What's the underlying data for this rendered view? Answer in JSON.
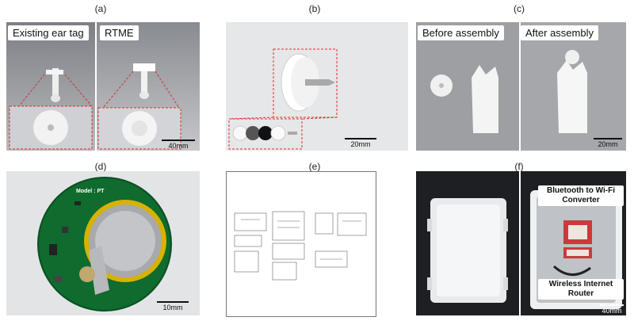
{
  "panels": {
    "a": {
      "label": "(a)",
      "left_tag": "Existing ear tag",
      "right_tag": "RTME",
      "scale": "40mm"
    },
    "b": {
      "label": "(b)",
      "scale": "20mm"
    },
    "c": {
      "label": "(c)",
      "left_tag": "Before assembly",
      "right_tag": "After assembly",
      "scale": "20mm"
    },
    "d": {
      "label": "(d)",
      "model_text": "Model : PT",
      "scale": "10mm"
    },
    "e": {
      "label": "(e)"
    },
    "f": {
      "label": "(f)",
      "callout_top": "Bluetooth to Wi-Fi Converter",
      "callout_bottom": "Wireless Internet Router",
      "scale": "40mm"
    }
  }
}
